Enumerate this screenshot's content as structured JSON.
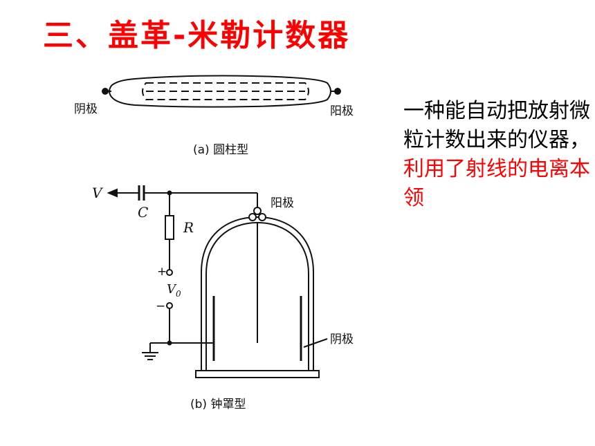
{
  "title": "三、盖革-米勒计数器",
  "description": {
    "plain": "一种能自动把放射微粒计数出来的仪器，",
    "highlight": "利用了射线的电离本领"
  },
  "figure_a": {
    "cathode_label": "阴极",
    "anode_label": "阳极",
    "caption": "(a) 圆柱型"
  },
  "figure_b": {
    "v_label": "V",
    "c_label": "C",
    "r_label": "R",
    "plus_label": "+",
    "minus_label": "−",
    "v0_label": "V",
    "v0_sub": "0",
    "anode_label": "阳极",
    "cathode_label": "阴极",
    "caption": "(b) 钟罩型"
  },
  "colors": {
    "title": "#ff0000",
    "highlight": "#ff0000",
    "text": "#000000"
  }
}
